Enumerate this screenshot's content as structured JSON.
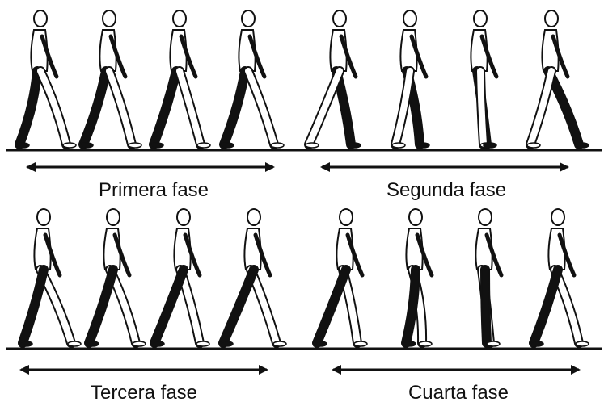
{
  "colors": {
    "ink": "#111111",
    "paper": "#ffffff"
  },
  "rows": [
    {
      "phases": [
        {
          "label": "Primera fase"
        },
        {
          "label": "Segunda fase"
        }
      ]
    },
    {
      "phases": [
        {
          "label": "Tercera fase"
        },
        {
          "label": "Cuarta fase"
        }
      ]
    }
  ],
  "figures": [
    {
      "phase": 0,
      "pose": 0,
      "shaded": "left"
    },
    {
      "phase": 0,
      "pose": 1,
      "shaded": "left"
    },
    {
      "phase": 0,
      "pose": 2,
      "shaded": "left"
    },
    {
      "phase": 0,
      "pose": 3,
      "shaded": "left"
    },
    {
      "phase": 1,
      "pose": 4,
      "shaded": "left"
    },
    {
      "phase": 1,
      "pose": 5,
      "shaded": "left"
    },
    {
      "phase": 1,
      "pose": 6,
      "shaded": "left"
    },
    {
      "phase": 1,
      "pose": 7,
      "shaded": "left"
    },
    {
      "phase": 2,
      "pose": 8,
      "shaded": "right"
    },
    {
      "phase": 2,
      "pose": 9,
      "shaded": "right"
    },
    {
      "phase": 2,
      "pose": 10,
      "shaded": "right"
    },
    {
      "phase": 2,
      "pose": 11,
      "shaded": "right"
    },
    {
      "phase": 3,
      "pose": 12,
      "shaded": "right"
    },
    {
      "phase": 3,
      "pose": 13,
      "shaded": "right"
    },
    {
      "phase": 3,
      "pose": 14,
      "shaded": "right"
    },
    {
      "phase": 3,
      "pose": 15,
      "shaded": "right"
    }
  ]
}
